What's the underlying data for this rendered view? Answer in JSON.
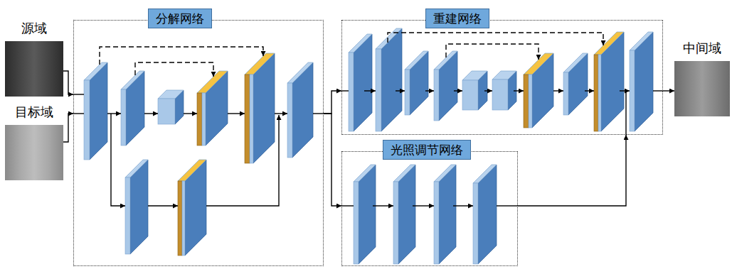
{
  "diagram": {
    "nodes": [
      {
        "text": [
          "源域"
        ]
      },
      {
        "text": [
          "目标域"
        ]
      },
      {
        "text": [
          "分解网络"
        ]
      },
      {
        "text": [
          "重建网络"
        ]
      },
      {
        "text": [
          "光照调节网络"
        ]
      },
      {
        "text": [
          "中间域"
        ]
      }
    ],
    "edges": [
      {
        "from": 0,
        "to": 2,
        "arrow": "to"
      },
      {
        "from": 1,
        "to": 2,
        "arrow": "to"
      },
      {
        "from": 2,
        "to": 3,
        "arrow": "to"
      },
      {
        "from": 2,
        "to": 4,
        "arrow": "to"
      },
      {
        "from": 4,
        "to": 3,
        "arrow": "to"
      },
      {
        "from": 3,
        "to": 5,
        "arrow": "to"
      }
    ]
  }
}
